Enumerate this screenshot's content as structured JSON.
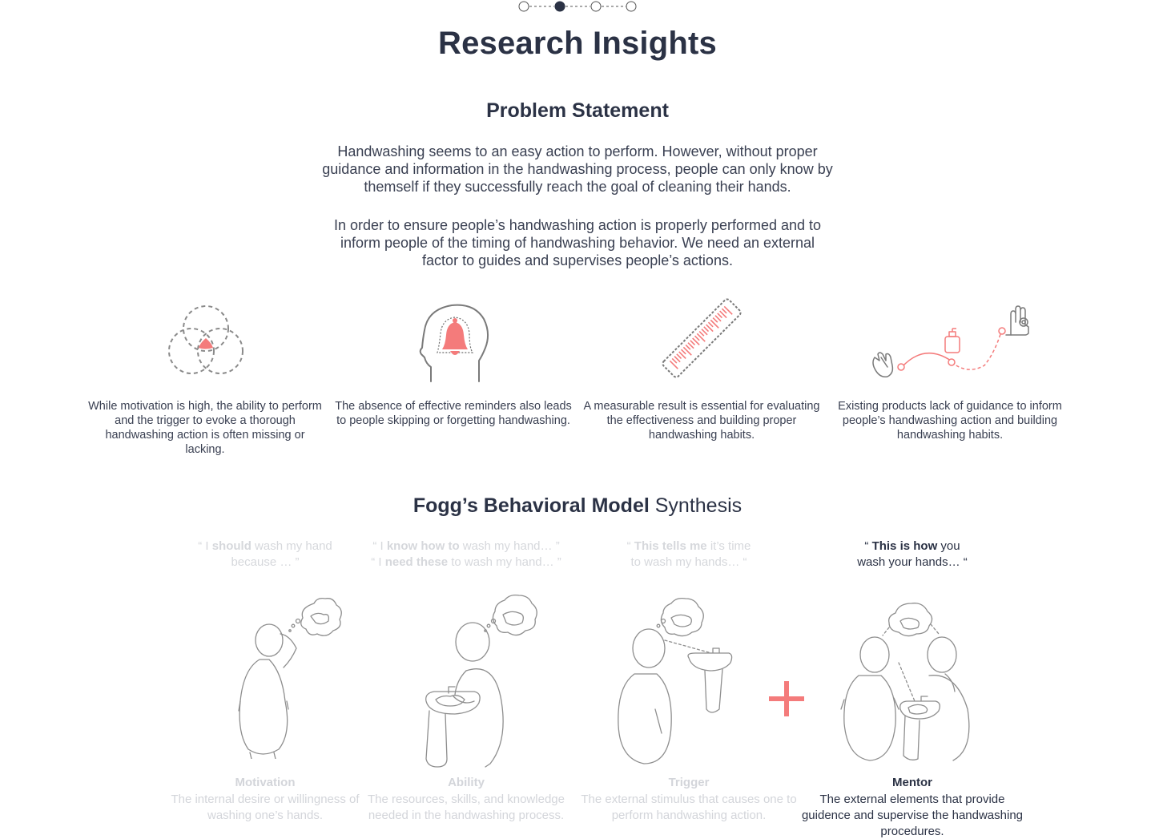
{
  "page": {
    "title": "Research Insights",
    "step_total": 4,
    "step_active": 2
  },
  "problem": {
    "title": "Problem Statement",
    "paragraph_1": "Handwashing seems to an easy action to perform. However, without proper guidance and information in the handwashing process, people can only know by themself if they successfully reach the goal of cleaning their hands.",
    "paragraph_2": "In order to ensure people’s handwashing action is properly performed and to inform people of the timing of handwashing behavior. We need an external factor to guides and supervises people’s actions."
  },
  "insights": [
    {
      "icon": "venn-diagram-icon",
      "text": "While motivation is high, the ability to perform and the trigger to evoke a thorough handwashing action is often missing or lacking."
    },
    {
      "icon": "head-bell-icon",
      "text": "The absence of effective reminders also leads to people skipping or forgetting handwashing."
    },
    {
      "icon": "ruler-icon",
      "text": "A measurable result is essential for evaluating the effectiveness and building proper handwashing habits."
    },
    {
      "icon": "handwashing-journey-icon",
      "text": "Existing products lack of guidance to inform people’s handwashing action and building handwashing habits."
    }
  ],
  "fogg": {
    "title_bold": "Fogg’s Behavioral Model",
    "title_light": " Synthesis",
    "columns": [
      {
        "quote_lines": [
          [
            {
              "t": "“ I ",
              "b": false
            },
            {
              "t": "should",
              "b": true
            },
            {
              "t": " wash my hand",
              "b": false
            }
          ],
          [
            {
              "t": "because … ”",
              "b": false
            }
          ]
        ],
        "label": "Motivation",
        "description": "The internal desire or willingness of washing one’s hands.",
        "active": false
      },
      {
        "quote_lines": [
          [
            {
              "t": "“ I ",
              "b": false
            },
            {
              "t": "know how to",
              "b": true
            },
            {
              "t": " wash my hand… ”",
              "b": false
            }
          ],
          [
            {
              "t": "“ I ",
              "b": false
            },
            {
              "t": "need these",
              "b": true
            },
            {
              "t": " to wash my hand… ”",
              "b": false
            }
          ]
        ],
        "label": "Ability",
        "description": "The resources, skills, and knowledge needed in the handwashing process.",
        "active": false
      },
      {
        "quote_lines": [
          [
            {
              "t": "“ ",
              "b": false
            },
            {
              "t": "This tells me",
              "b": true
            },
            {
              "t": " it’s time",
              "b": false
            }
          ],
          [
            {
              "t": "to wash my hands… “",
              "b": false
            }
          ]
        ],
        "label": "Trigger",
        "description": "The external stimulus that causes one to perform handwashing action.",
        "active": false
      },
      {
        "quote_lines": [
          [
            {
              "t": "“ ",
              "b": false
            },
            {
              "t": "This is how",
              "b": true
            },
            {
              "t": " you",
              "b": false
            }
          ],
          [
            {
              "t": "wash your hands… “",
              "b": false
            }
          ]
        ],
        "label": "Mentor",
        "description": "The external elements that provide guidence and supervise the handwashing procedures.",
        "active": true
      }
    ]
  },
  "colors": {
    "accent": "#f47b7b",
    "heading": "#2b3245",
    "body": "#3a4052",
    "inactive": "#d3d5da",
    "line": "#888888"
  }
}
